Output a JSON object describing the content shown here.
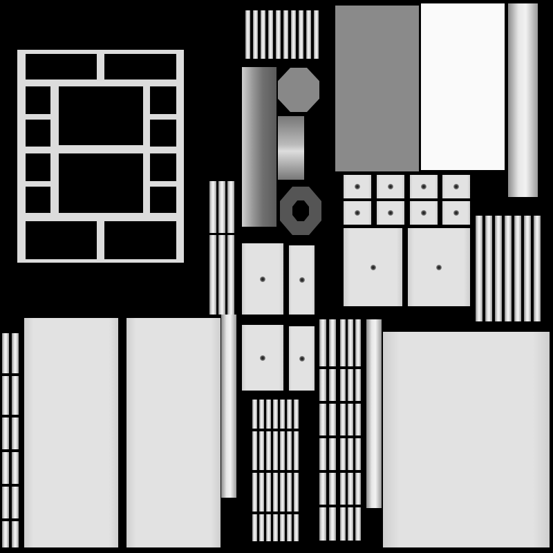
{
  "colors": {
    "background": "#000000",
    "frame": "#dcdcdc",
    "panel": "#dcdcdc",
    "gray_panel": "#8a8a8a",
    "white_panel": "#fafafa"
  },
  "icons": [
    "window-frame-texture",
    "door-panel-texture",
    "octagon-cap-texture",
    "cylinder-texture",
    "trim-strip-texture"
  ]
}
